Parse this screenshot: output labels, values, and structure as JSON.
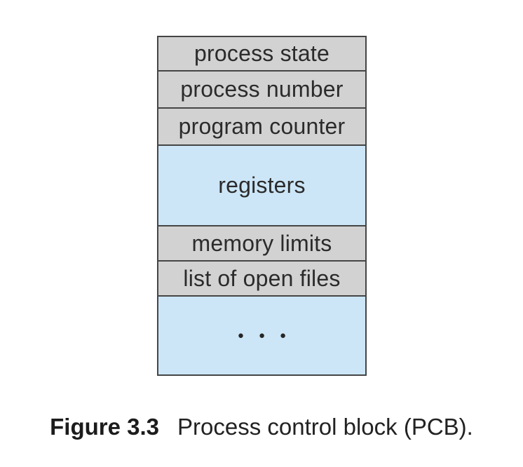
{
  "figure": {
    "rows": [
      {
        "label": "process state",
        "fill": "gray"
      },
      {
        "label": "process number",
        "fill": "gray"
      },
      {
        "label": "program counter",
        "fill": "gray"
      },
      {
        "label": "registers",
        "fill": "blue"
      },
      {
        "label": "memory limits",
        "fill": "gray"
      },
      {
        "label": "list of open files",
        "fill": "gray"
      },
      {
        "label": "●●●",
        "fill": "blue"
      }
    ],
    "caption": {
      "number": "Figure 3.3",
      "text": "Process control block (PCB)."
    },
    "colors": {
      "row_gray": "#d2d2d2",
      "row_blue": "#cce6f7",
      "border": "#454545",
      "text": "#2b2b2b",
      "background": "#ffffff"
    }
  }
}
